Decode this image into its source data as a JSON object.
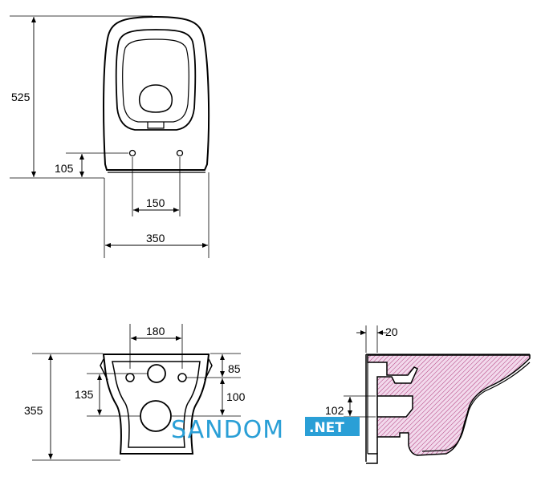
{
  "top_view": {
    "dim_length": "525",
    "dim_holes_offset": "105",
    "dim_hole_spacing": "150",
    "dim_width": "350"
  },
  "rear_view": {
    "dim_top_width": "180",
    "dim_height": "355",
    "dim_upper_holes": "85",
    "dim_lower_hole": "100",
    "dim_outlet": "135"
  },
  "side_view": {
    "dim_wall_gap": "20",
    "dim_inlet": "102"
  },
  "watermark": {
    "main": "SANDOM",
    "suffix": ".NET",
    "colors": {
      "main": "#2a9fd6",
      "badge": "#2a9fd6"
    }
  },
  "colors": {
    "line": "#000000",
    "section_fill": "#f2d9ec",
    "section_hatch": "#b03a7a"
  }
}
